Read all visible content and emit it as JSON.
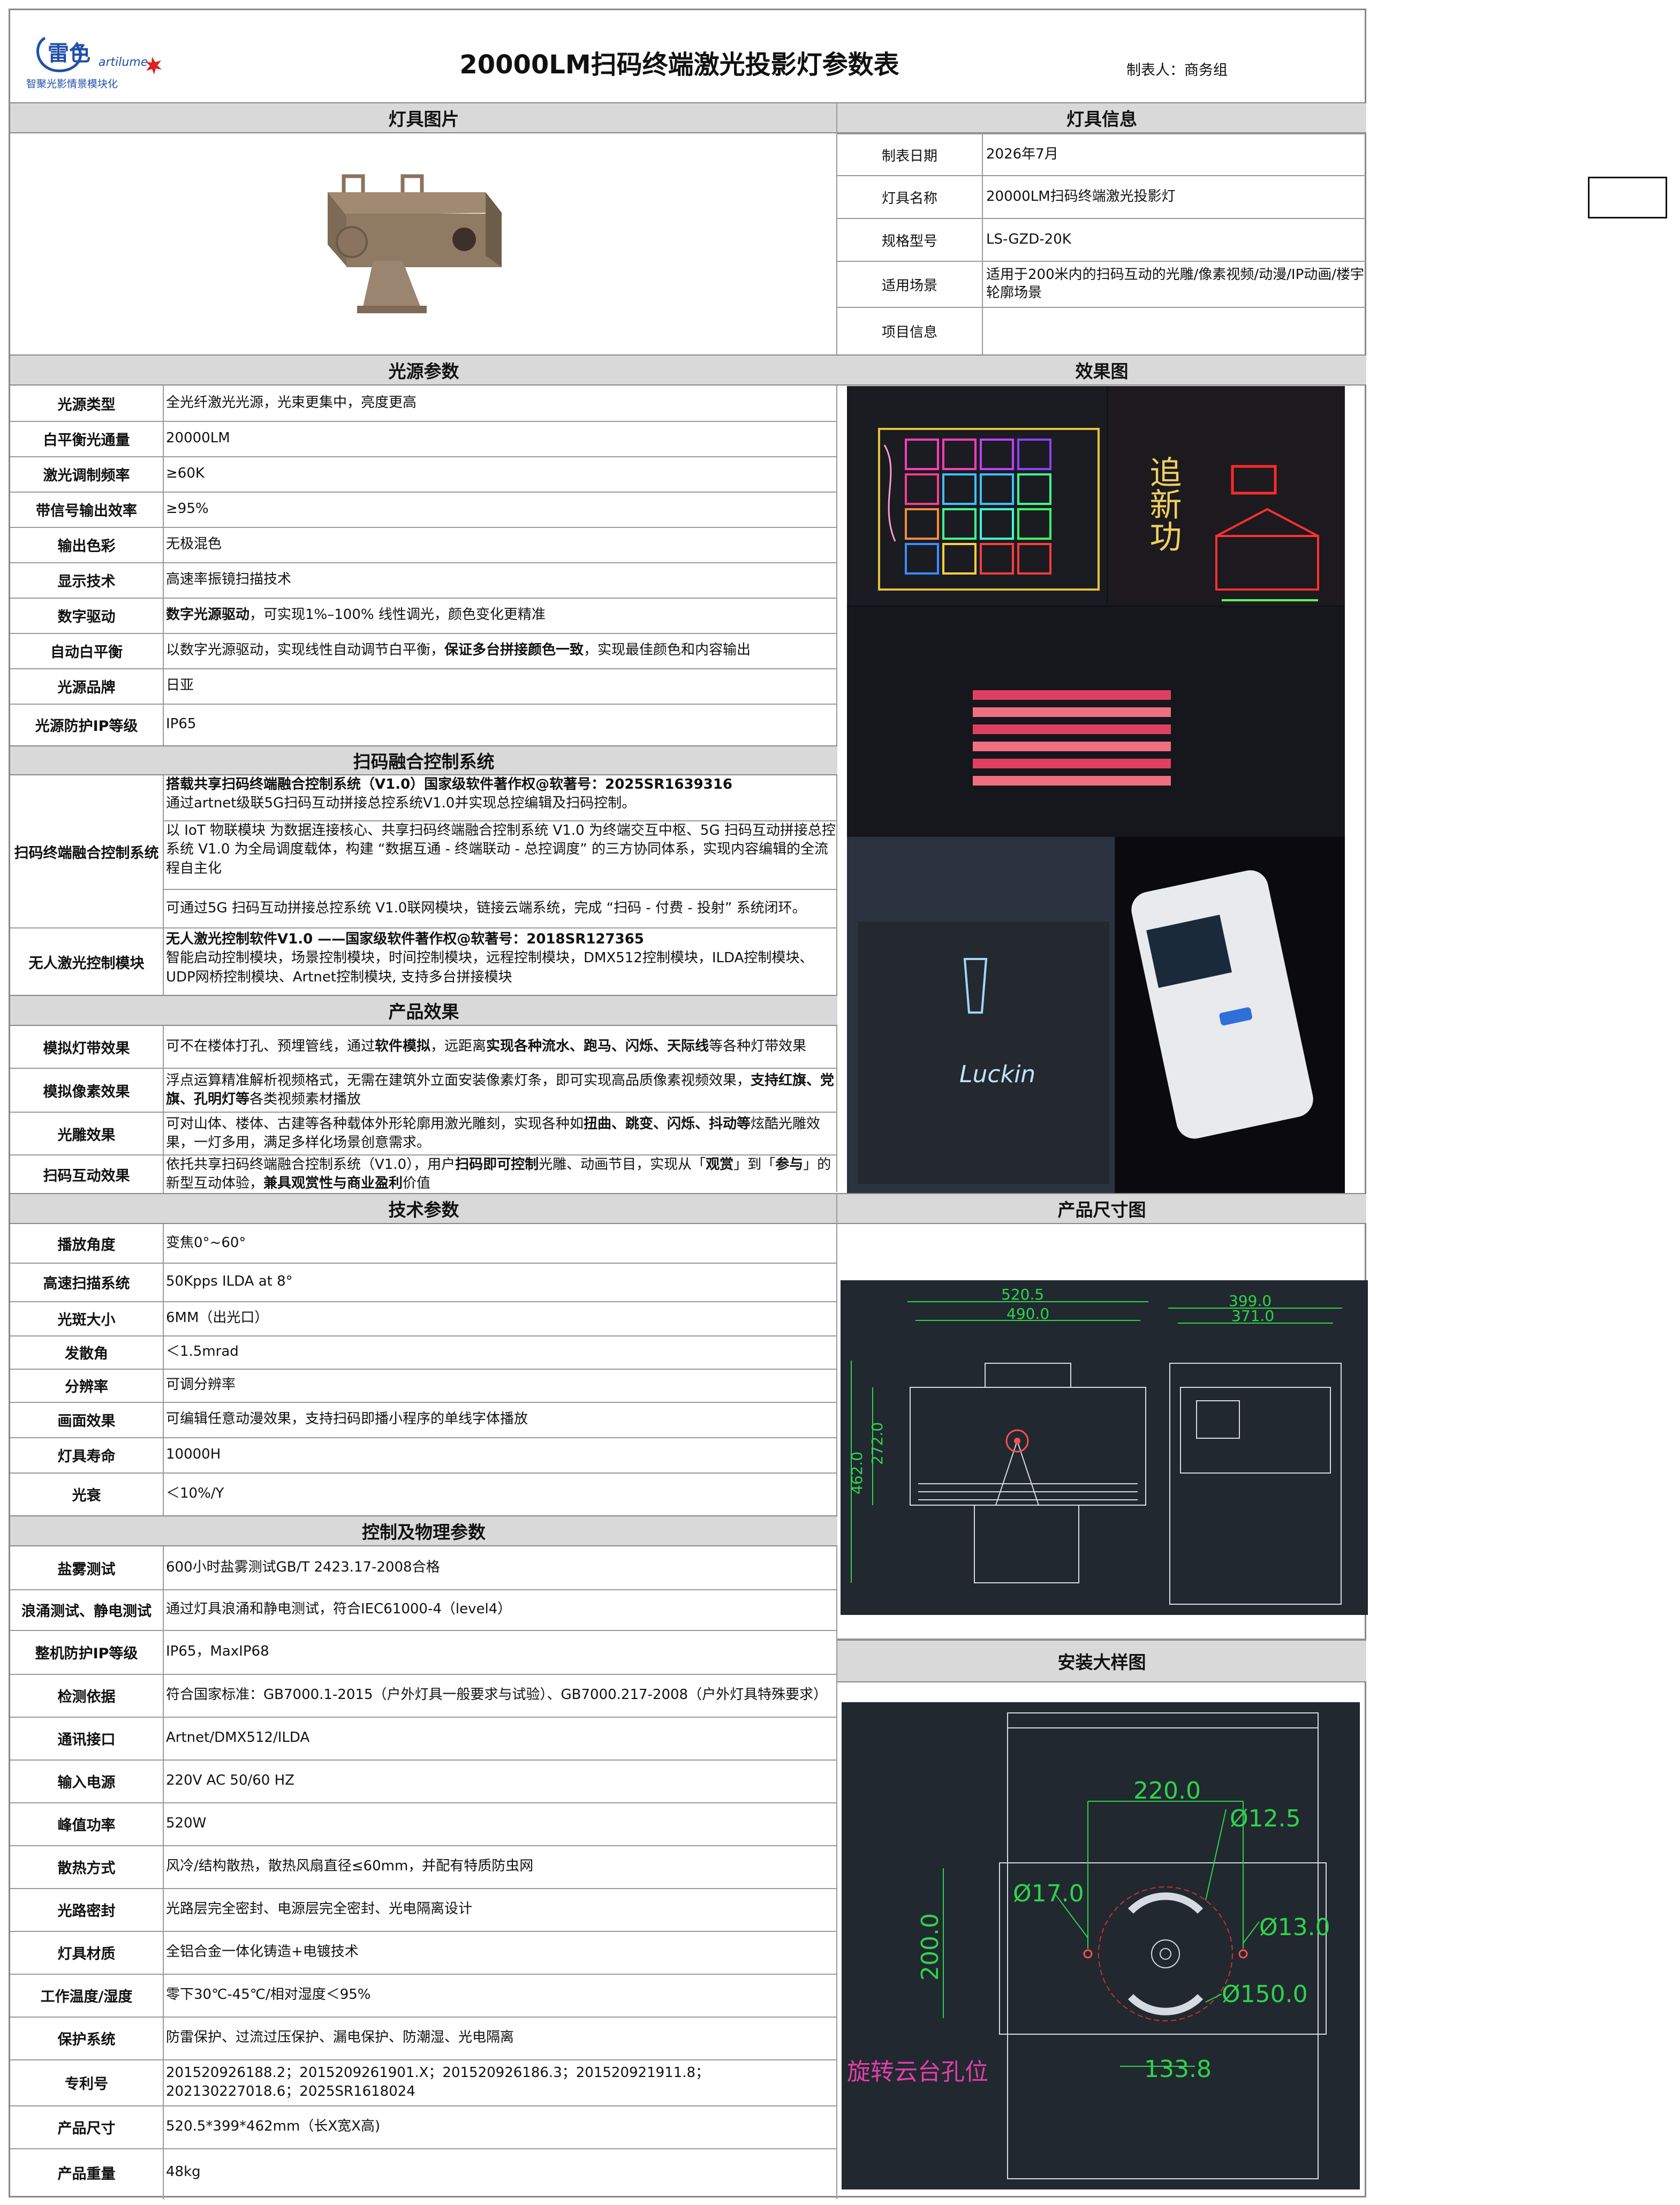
{
  "header": {
    "title": "20000LM扫码终端激光投影灯参数表",
    "maker": "制表人：商务组",
    "logo_cn": "雷色",
    "logo_en": "artilume",
    "logo_slogan": "智聚光影情景模块化"
  },
  "sections": {
    "fixture_image": "灯具图片",
    "fixture_info": "灯具信息",
    "light_source": "光源参数",
    "effect": "效果图",
    "scan_control": "扫码融合控制系统",
    "product_effect": "产品效果",
    "tech": "技术参数",
    "size_drawing": "产品尺寸图",
    "physical": "控制及物理参数",
    "install_drawing": "安装大样图"
  },
  "info": [
    {
      "label": "制表日期",
      "value": "2026年7月"
    },
    {
      "label": "灯具名称",
      "value": "20000LM扫码终端激光投影灯"
    },
    {
      "label": "规格型号",
      "value": "LS-GZD-20K"
    },
    {
      "label": "适用场景",
      "value": "适用于200米内的扫码互动的光雕/像素视频/动漫/IP动画/楼宇轮廓场景"
    },
    {
      "label": "项目信息",
      "value": ""
    }
  ],
  "light": [
    {
      "label": "光源类型",
      "value": "全光纤激光光源，光束更集中，亮度更高"
    },
    {
      "label": "白平衡光通量",
      "value": "20000LM"
    },
    {
      "label": "激光调制频率",
      "value": "≥60K"
    },
    {
      "label": "带信号输出效率",
      "value": "≥95%"
    },
    {
      "label": "输出色彩",
      "value": "无极混色"
    },
    {
      "label": "显示技术",
      "value": "高速率振镜扫描技术"
    },
    {
      "label": "数字驱动",
      "b1": "数字光源驱动",
      "t1": "，可实现1%–100% 线性调光，颜色变化更精准"
    },
    {
      "label": "自动白平衡",
      "t1": "以数字光源驱动，实现线性自动调节白平衡，",
      "b1": "保证多台拼接颜色一致",
      "t2": "，实现最佳颜色和内容输出"
    },
    {
      "label": "光源品牌",
      "value": "日亚"
    },
    {
      "label": "光源防护IP等级",
      "value": "IP65"
    }
  ],
  "scan": {
    "label1": "扫码终端融合控制系统",
    "r1_bold": "搭载共享扫码终端融合控制系统（V1.0）国家级软件著作权@软著号：2025SR1639316",
    "r1_text": "通过artnet级联5G扫码互动拼接总控系统V1.0并实现总控编辑及扫码控制。",
    "r2": "以 IoT 物联模块 为数据连接核心、共享扫码终端融合控制系统 V1.0 为终端交互中枢、5G 扫码互动拼接总控系统 V1.0 为全局调度载体，构建 “数据互通 - 终端联动 - 总控调度” 的三方协同体系，实现内容编辑的全流程自主化",
    "r3": "可通过5G 扫码互动拼接总控系统 V1.0联网模块，链接云端系统，完成 “扫码 - 付费 - 投射” 系统闭环。",
    "label2": "无人激光控制模块",
    "r4_bold": "无人激光控制软件V1.0 ——国家级软件著作权@软著号：2018SR127365",
    "r4_text": "智能启动控制模块，场景控制模块，时间控制模块，远程控制模块，DMX512控制模块，ILDA控制模块、UDP网桥控制模块、Artnet控制模块, 支持多台拼接模块"
  },
  "effects": [
    {
      "label": "模拟灯带效果",
      "t1": "可不在楼体打孔、预埋管线，通过",
      "b1": "软件模拟",
      "t2": "，远距离",
      "b2": "实现各种流水、跑马、闪烁、天际线",
      "t3": "等各种灯带效果"
    },
    {
      "label": "模拟像素效果",
      "t1": "浮点运算精准解析视频格式，无需在建筑外立面安装像素灯条，即可实现高品质像素视频效果，",
      "b1": "支持红旗、党旗、孔明灯等",
      "t2": "各类视频素材播放"
    },
    {
      "label": "光雕效果",
      "t1": "可对山体、楼体、古建等各种载体外形轮廓用激光雕刻，实现各种如",
      "b1": "扭曲、跳变、闪烁、抖动等",
      "t2": "炫酷光雕效果，一灯多用，满足多样化场景创意需求。"
    },
    {
      "label": "扫码互动效果",
      "t1": "依托共享扫码终端融合控制系统（V1.0），用户",
      "b1": "扫码即可控制",
      "t2": "光雕、动画节目，实现从「",
      "b2": "观赏",
      "t3": "」到「",
      "b3": "参与",
      "t4": "」的新型互动体验，",
      "b4": "兼具观赏性与商业盈利",
      "t5": "价值"
    }
  ],
  "tech": [
    {
      "label": "播放角度",
      "value": "变焦0°~60°"
    },
    {
      "label": "高速扫描系统",
      "value": "50Kpps ILDA at 8°"
    },
    {
      "label": "光斑大小",
      "value": "6MM（出光口）"
    },
    {
      "label": "发散角",
      "value": "＜1.5mrad"
    },
    {
      "label": "分辨率",
      "value": "可调分辨率"
    },
    {
      "label": "画面效果",
      "value": "可编辑任意动漫效果，支持扫码即播小程序的单线字体播放"
    },
    {
      "label": "灯具寿命",
      "value": "10000H"
    },
    {
      "label": "光衰",
      "value": "＜10%/Y"
    }
  ],
  "physical": [
    {
      "label": "盐雾测试",
      "value": "600小时盐雾测试GB/T 2423.17-2008合格"
    },
    {
      "label": "浪涌测试、静电测试",
      "value": "通过灯具浪涌和静电测试，符合IEC61000-4（level4）"
    },
    {
      "label": "整机防护IP等级",
      "value": "IP65，MaxIP68"
    },
    {
      "label": "检测依据",
      "value": "符合国家标准：GB7000.1-2015（户外灯具一般要求与试验）、GB7000.217-2008（户外灯具特殊要求）"
    },
    {
      "label": "通讯接口",
      "value": "Artnet/DMX512/ILDA"
    },
    {
      "label": "输入电源",
      "value": "220V AC 50/60 HZ"
    },
    {
      "label": "峰值功率",
      "value": "520W"
    },
    {
      "label": "散热方式",
      "value": "风冷/结构散热，散热风扇直径≤60mm，并配有特质防虫网"
    },
    {
      "label": "光路密封",
      "value": "光路层完全密封、电源层完全密封、光电隔离设计"
    },
    {
      "label": "灯具材质",
      "value": "全铝合金一体化铸造+电镀技术"
    },
    {
      "label": "工作温度/湿度",
      "value": "零下30℃-45℃/相对湿度＜95%"
    },
    {
      "label": "保护系统",
      "value": "防雷保护、过流过压保护、漏电保护、防潮湿、光电隔离"
    },
    {
      "label": "专利号",
      "value": "201520926188.2；2015209261901.X；201520926186.3；201520921911.8；202130227018.6；2025SR1618024"
    },
    {
      "label": "产品尺寸",
      "value": "520.5*399*462mm（长X宽X高)"
    },
    {
      "label": "产品重量",
      "value": "48kg"
    }
  ],
  "size_dims": {
    "w1": "520.5",
    "w2": "490.0",
    "h1": "462.0",
    "h2": "272.0",
    "d1": "399.0",
    "d2": "371.0"
  },
  "install_dims": {
    "a": "220.0",
    "b": "Ø12.5",
    "c": "Ø17.0",
    "d": "Ø13.0",
    "e": "200.0",
    "f": "Ø150.0",
    "g": "133.8",
    "note": "旋转云台孔位"
  },
  "effect_text": {
    "chinese": "追新功",
    "brand": "Luckin"
  }
}
